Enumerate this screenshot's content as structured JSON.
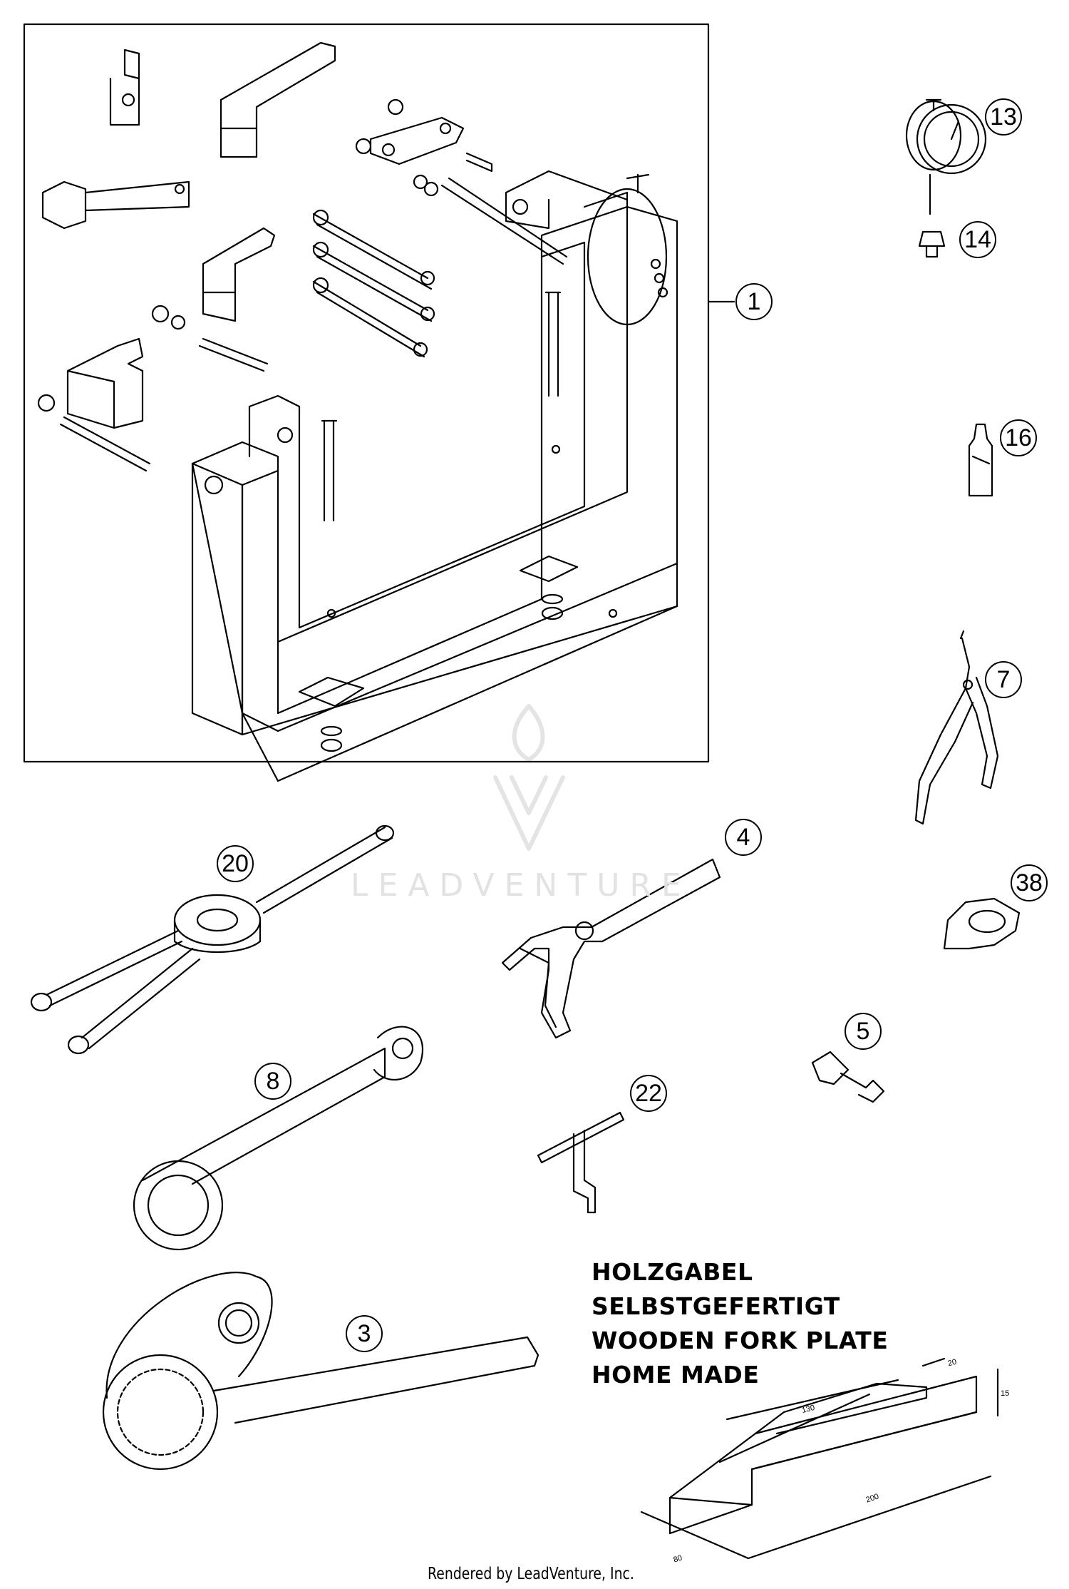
{
  "callouts": {
    "c1": "1",
    "c13": "13",
    "c14": "14",
    "c16": "16",
    "c7": "7",
    "c38": "38",
    "c4": "4",
    "c20": "20",
    "c5": "5",
    "c8": "8",
    "c22": "22",
    "c3": "3"
  },
  "note": {
    "line1": "HOLZGABEL",
    "line2": "SELBSTGEFERTIGT",
    "line3": "WOODEN FORK PLATE",
    "line4": "HOME MADE"
  },
  "dimensions": {
    "d130": "130",
    "d20": "20",
    "d15": "15",
    "d200": "200",
    "d80": "80"
  },
  "watermark": "LEADVENTURE",
  "credit": "Rendered by LeadVenture, Inc.",
  "colors": {
    "line": "#000000",
    "watermark": "#e2e2e2"
  }
}
